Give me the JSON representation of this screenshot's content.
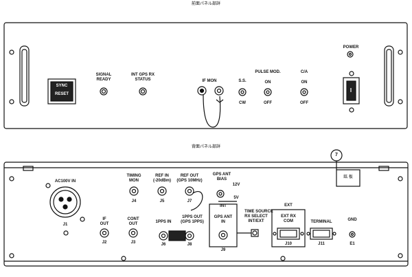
{
  "front": {
    "title": "前面パネル部詳",
    "sync_reset": {
      "line1": "SYNC",
      "line2": "RESET"
    },
    "signal_ready": {
      "line1": "SIGNAL",
      "line2": "READY"
    },
    "gps_status": {
      "line1": "INT GPS RX",
      "line2": "STATUS"
    },
    "if_mon": "IF MON",
    "ss": {
      "label": "S.S.",
      "bottom": "CW"
    },
    "pulse_mod": {
      "label": "PULSE MOD.",
      "on": "ON",
      "off": "OFF"
    },
    "ca": {
      "label": "C/A",
      "on": "ON",
      "off": "OFF"
    },
    "power": "POWER"
  },
  "rear": {
    "title": "背面パネル部詳",
    "ac_in": "AC100V IN",
    "j1": "J1",
    "if_out": {
      "line1": "IF",
      "line2": "OUT",
      "id": "J2"
    },
    "cont_out": {
      "line1": "CONT",
      "line2": "OUT",
      "id": "J3"
    },
    "timing_mon": {
      "line1": "TIMING",
      "line2": "MON",
      "id": "J4"
    },
    "ref_in": {
      "line1": "REF IN",
      "line2": "(-20dBm)",
      "id": "J5"
    },
    "ref_out": {
      "line1": "REF OUT",
      "line2": "(GPS 10MHz)",
      "id": "J7"
    },
    "pps_in": {
      "line1": "1PPS IN",
      "id": "J6"
    },
    "pps_out": {
      "line1": "1PPS OUT",
      "line2": "(GPS 1PPS)",
      "id": "J8"
    },
    "gps_ant_bias": {
      "line1": "GPS ANT",
      "line2": "BIAS",
      "v12": "12V",
      "v5": "5V"
    },
    "gps_ant_in": {
      "line1": "GPS ANT",
      "line2": "IN",
      "id": "J9",
      "tag": "INT"
    },
    "time_source": {
      "line1": "TIME SOURCE",
      "line2": "RX SELECT",
      "line3": "INT/EXT"
    },
    "ext_rx": {
      "tag": "EXT",
      "line1": "EXT RX",
      "line2": "COM",
      "id": "J10"
    },
    "terminal": {
      "line1": "TERMINAL",
      "id": "J11"
    },
    "gnd": {
      "line1": "GND",
      "id": "E1"
    },
    "callout": "7",
    "plate": "銘 板"
  }
}
